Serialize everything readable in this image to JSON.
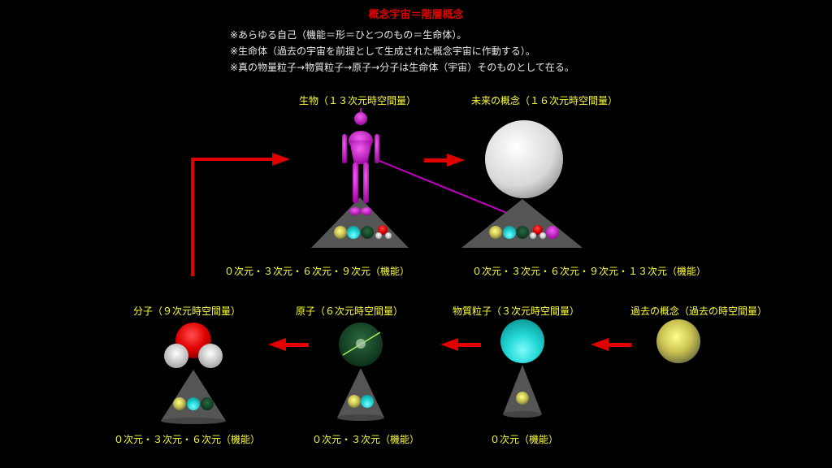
{
  "title": "概念宇宙＝階層概念",
  "notes": [
    "※あらゆる自己（機能＝形＝ひとつのもの＝生命体）。",
    "※生命体（過去の宇宙を前提として生成された概念宇宙に作動する）。",
    "※真の物量粒子→物質粒子→原子→分子は生命体（宇宙）そのものとして在る。"
  ],
  "nodes": {
    "organism": {
      "label": "生物（１３次元時空間量）",
      "function": "０次元・３次元・６次元・９次元（機能）"
    },
    "future": {
      "label": "未来の概念（１６次元時空間量）",
      "function": "０次元・３次元・６次元・９次元・１３次元（機能）"
    },
    "molecule": {
      "label": "分子（９次元時空間量）",
      "function": "０次元・３次元・６次元（機能）"
    },
    "atom": {
      "label": "原子（６次元時空間量）",
      "function": "０次元・３次元（機能）"
    },
    "particle": {
      "label": "物質粒子（３次元時空間量）",
      "function": "０次元（機能）"
    },
    "past": {
      "label": "過去の概念（過去の時空間量）"
    }
  },
  "colors": {
    "title": "#e00000",
    "label": "#ffff33",
    "arrow": "#e00000",
    "organism": "#c000c0",
    "particle": "#22d8d8",
    "past": "#d8d060",
    "atom": "#1a4a2a",
    "molecule_o": "#e00000",
    "molecule_h": "#e0e0e0",
    "pedestal": "#555555"
  }
}
